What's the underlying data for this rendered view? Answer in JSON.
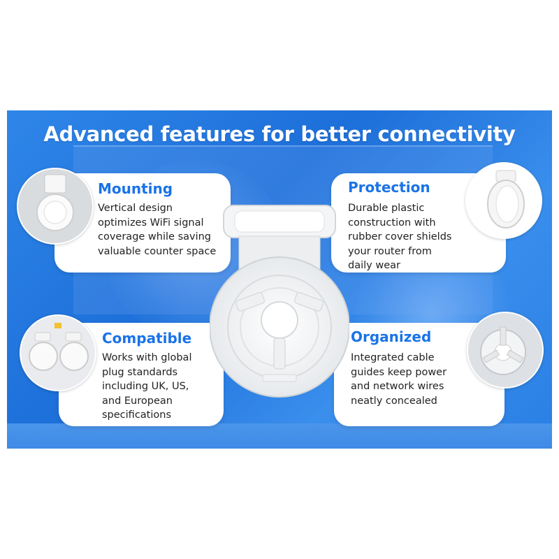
{
  "headline": "Advanced features for better connectivity",
  "features": [
    {
      "title": "Mounting",
      "lines": [
        "Vertical design",
        "optimizes WiFi signal",
        "coverage while saving",
        "valuable counter space"
      ]
    },
    {
      "title": "Protection",
      "lines": [
        "Durable plastic",
        "construction with",
        "rubber cover shields",
        "your router from",
        "daily wear"
      ]
    },
    {
      "title": "Compatible",
      "lines": [
        "Works with global",
        "plug standards",
        "including UK, US,",
        "and European",
        "specifications"
      ]
    },
    {
      "title": "Organized",
      "lines": [
        "Integrated cable",
        "guides keep power",
        "and network wires",
        "neatly concealed"
      ]
    }
  ],
  "icons": {
    "mounting": "wall-mount-photo-icon",
    "protection": "mount-side-photo-icon",
    "compatible": "plug-variants-photo-icon",
    "organized": "cable-guide-photo-icon"
  },
  "colors": {
    "banner": "#1d6fd9",
    "accent": "#1a73e8",
    "text": "#222222"
  }
}
